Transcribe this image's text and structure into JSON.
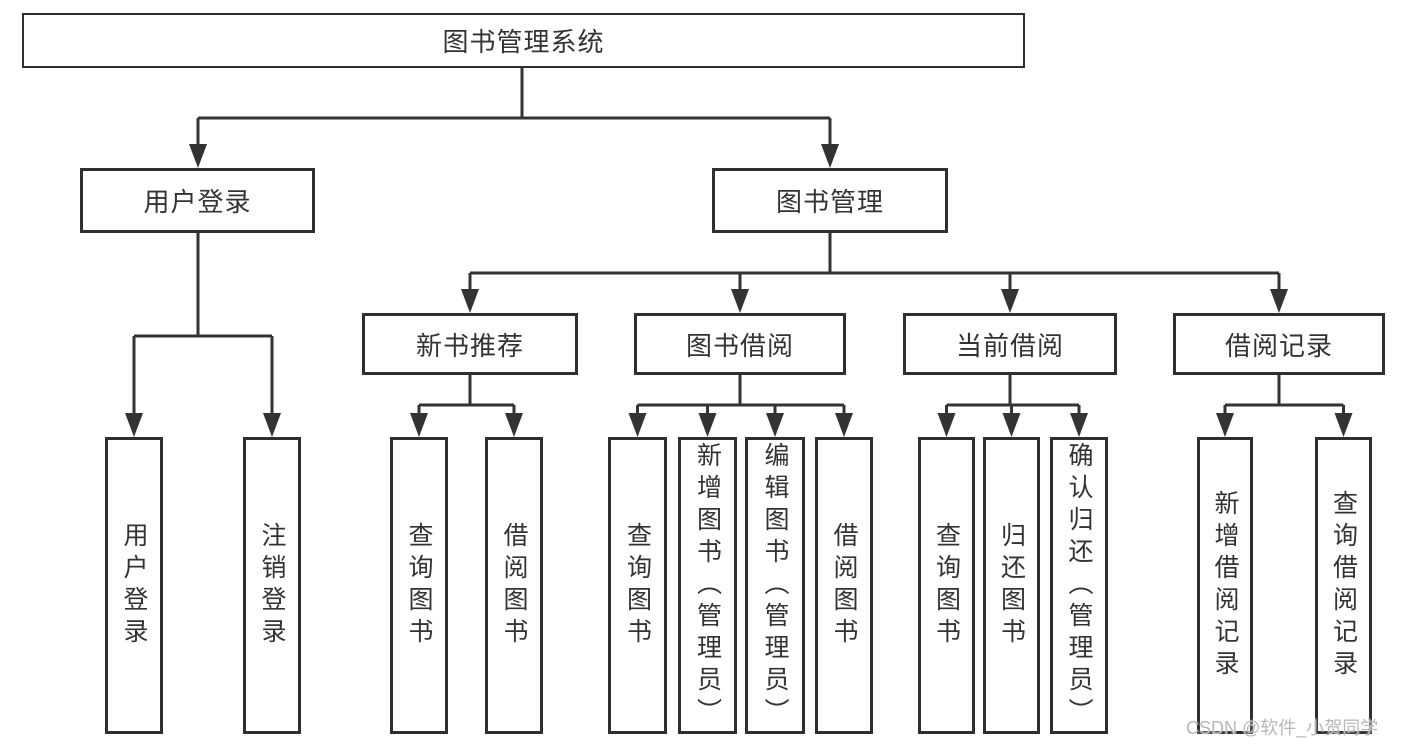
{
  "diagram_type": "hierarchy",
  "tree": {
    "root": {
      "label": "图书管理系统"
    },
    "branches": [
      {
        "label": "用户登录",
        "children": [
          {
            "label": "用户登录"
          },
          {
            "label": "注销登录"
          }
        ]
      },
      {
        "label": "图书管理",
        "children": [
          {
            "label": "新书推荐",
            "children": [
              {
                "label": "查询图书"
              },
              {
                "label": "借阅图书"
              }
            ]
          },
          {
            "label": "图书借阅",
            "children": [
              {
                "label": "查询图书"
              },
              {
                "label": "新增图书（管理员）"
              },
              {
                "label": "编辑图书（管理员）"
              },
              {
                "label": "借阅图书"
              }
            ]
          },
          {
            "label": "当前借阅",
            "children": [
              {
                "label": "查询图书"
              },
              {
                "label": "归还图书"
              },
              {
                "label": "确认归还（管理员）"
              }
            ]
          },
          {
            "label": "借阅记录",
            "children": [
              {
                "label": "新增借阅记录"
              },
              {
                "label": "查询借阅记录"
              }
            ]
          }
        ]
      }
    ]
  },
  "watermark": {
    "text": "CSDN @软件_小贺同学"
  },
  "colors": {
    "line": "#333333",
    "box_border": "#2f2f2f",
    "text": "#333333",
    "watermark": "#b8b8b8",
    "background": "#ffffff"
  }
}
